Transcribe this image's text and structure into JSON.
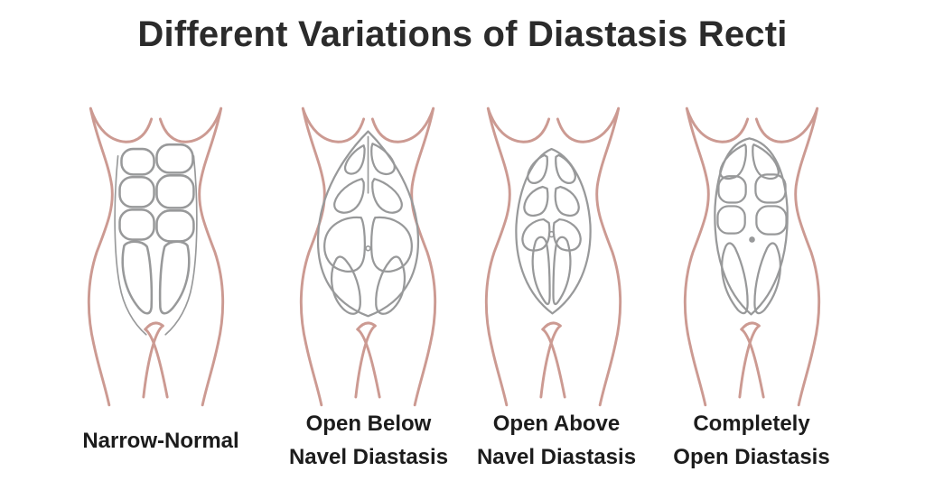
{
  "title": "Different Variations of Diastasis Recti",
  "colors": {
    "background": "#ffffff",
    "body_outline": "#cc9a92",
    "muscle_outline": "#98999a",
    "title_text": "#2b2b2b",
    "label_text": "#1c1c1c"
  },
  "figures": [
    {
      "name": "narrow-normal",
      "label": "Narrow-Normal"
    },
    {
      "name": "open-below-navel-diastasis",
      "label": "Open Below\nNavel Diastasis"
    },
    {
      "name": "open-above-navel-diastasis",
      "label": "Open Above\nNavel Diastasis"
    },
    {
      "name": "completely-open-diastasis",
      "label": "Completely\nOpen Diastasis"
    }
  ]
}
